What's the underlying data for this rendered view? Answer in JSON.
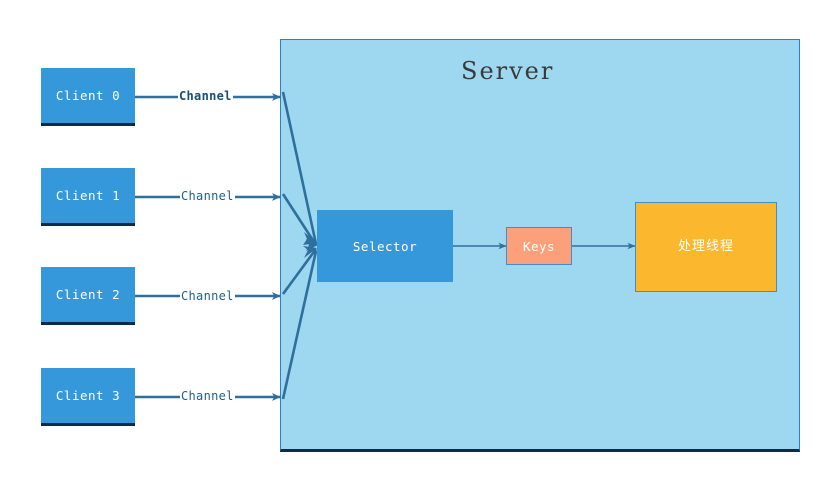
{
  "diagram": {
    "title_label": "Server",
    "clients": [
      {
        "label": "Client 0",
        "channel_label": "Channel"
      },
      {
        "label": "Client 1",
        "channel_label": "Channel"
      },
      {
        "label": "Client 2",
        "channel_label": "Channel"
      },
      {
        "label": "Client 3",
        "channel_label": "Channel"
      }
    ],
    "selector": {
      "label": "Selector"
    },
    "keys": {
      "label": "Keys"
    },
    "thread": {
      "label": "处理线程"
    },
    "colors": {
      "client_fill": "#3498db",
      "server_fill": "#9ed8f0",
      "server_border": "#2b7fc4",
      "selector_fill": "#3498db",
      "keys_fill": "#fca07c",
      "thread_fill": "#fbb72e",
      "edge_stroke": "#2e6f9e",
      "label_text": "#1f5f8b",
      "title_text": "#3a3a3a",
      "node_text": "#ffffff"
    }
  }
}
